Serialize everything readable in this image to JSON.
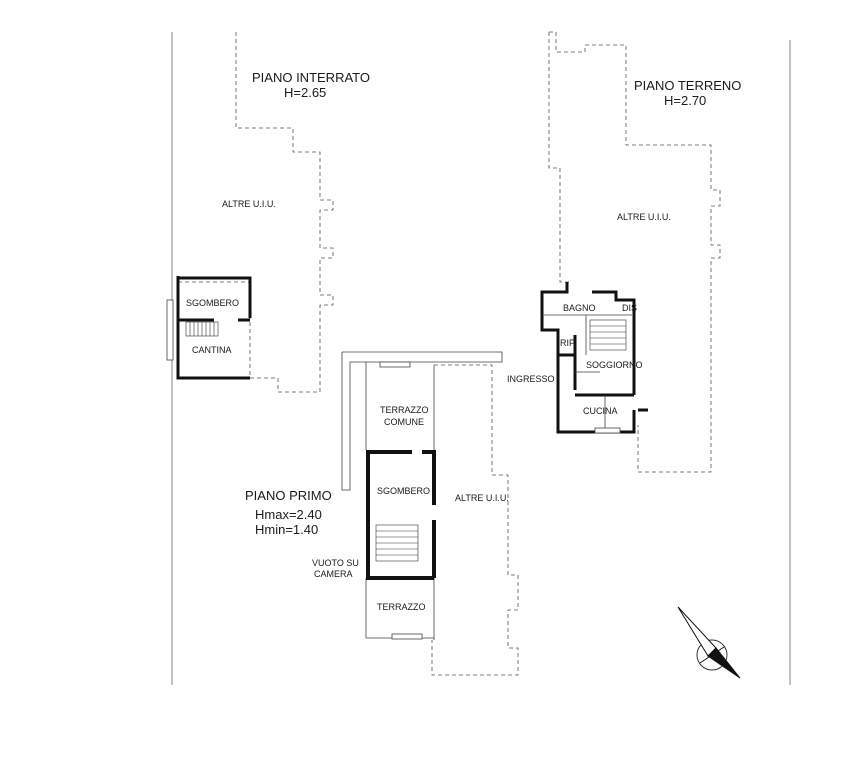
{
  "basement": {
    "title": "PIANO INTERRATO",
    "height": "H=2.65",
    "other_units": "ALTRE U.I.U.",
    "rooms": {
      "storage": "SGOMBERO",
      "cellar": "CANTINA"
    }
  },
  "ground_floor": {
    "title": "PIANO TERRENO",
    "height": "H=2.70",
    "other_units": "ALTRE U.I.U.",
    "rooms": {
      "bathroom": "BAGNO",
      "hall": "DIS",
      "closet": "RIP",
      "entrance": "INGRESSO",
      "living": "SOGGIORNO",
      "kitchen": "CUCINA"
    }
  },
  "first_floor": {
    "title": "PIANO PRIMO",
    "hmax": "Hmax=2.40",
    "hmin": "Hmin=1.40",
    "other_units": "ALTRE U.I.U.",
    "rooms": {
      "common_terrace_1": "TERRAZZO",
      "common_terrace_2": "COMUNE",
      "storage": "SGOMBERO",
      "void_1": "VUOTO SU",
      "void_2": "CAMERA",
      "terrace": "TERRAZZO"
    }
  }
}
